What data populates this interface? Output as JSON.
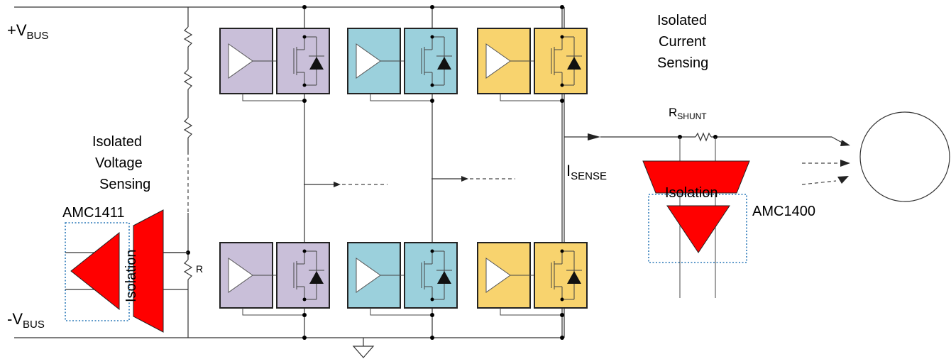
{
  "labels": {
    "vbus_pos_main": "+V",
    "vbus_pos_sub": "BUS",
    "vbus_neg_main": "-V",
    "vbus_neg_sub": "BUS",
    "voltage_sensing_l1": "Isolated",
    "voltage_sensing_l2": "Voltage",
    "voltage_sensing_l3": "Sensing",
    "amc_voltage": "AMC1411",
    "isolation_voltage": "Isolation",
    "resistor_r": "R",
    "current_sensing_l1": "Isolated",
    "current_sensing_l2": "Current",
    "current_sensing_l3": "Sensing",
    "rshunt_main": "R",
    "rshunt_sub": "SHUNT",
    "isense_main": "I",
    "isense_sub": "SENSE",
    "isolation_current": "Isolation",
    "amc_current": "AMC1400"
  },
  "colors": {
    "phase_u": "#c9bfd9",
    "phase_v": "#9bd0dc",
    "phase_w": "#f8d36e",
    "isolation_amp": "#ff0000",
    "isolation_boundary": "#2a78b8"
  },
  "icons": {
    "ground": "ground-symbol-icon",
    "motor": "motor-circle-icon"
  }
}
